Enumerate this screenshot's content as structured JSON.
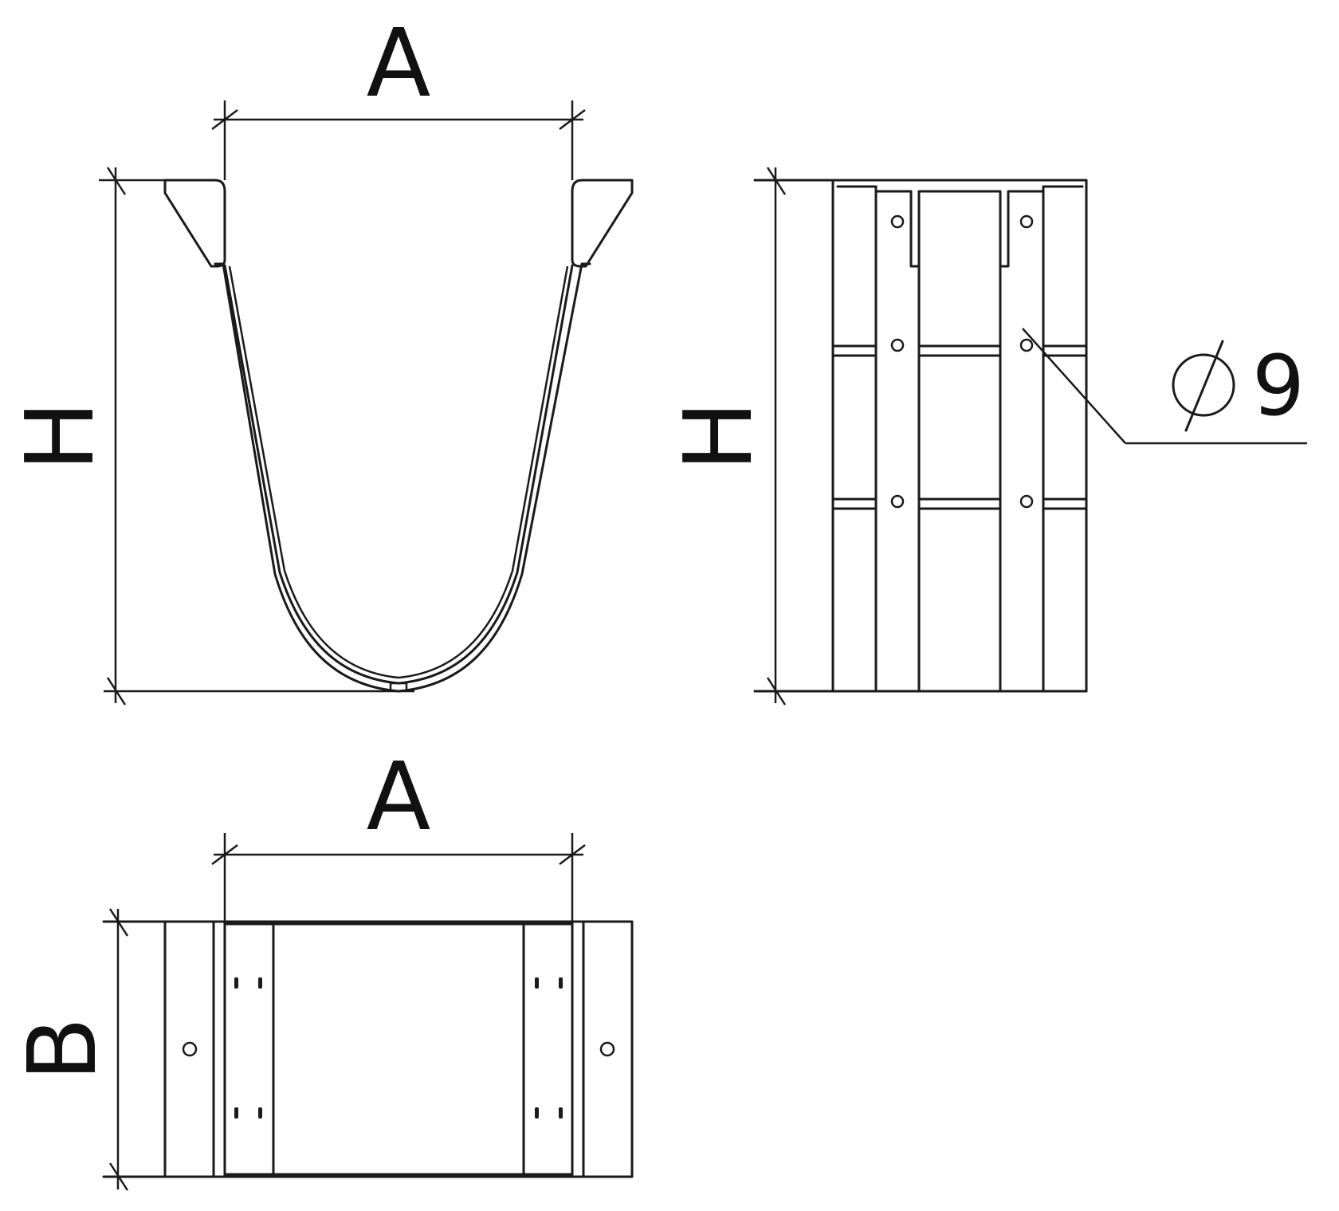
{
  "drawing": {
    "front_view": {
      "width_label": "A",
      "height_label": "H"
    },
    "side_view": {
      "height_label": "H",
      "hole_diameter_symbol": "∅",
      "hole_diameter_value": "9"
    },
    "top_view": {
      "width_label": "A",
      "depth_label": "B"
    }
  },
  "colors": {
    "line": "#1a1a1a",
    "background": "#ffffff"
  }
}
